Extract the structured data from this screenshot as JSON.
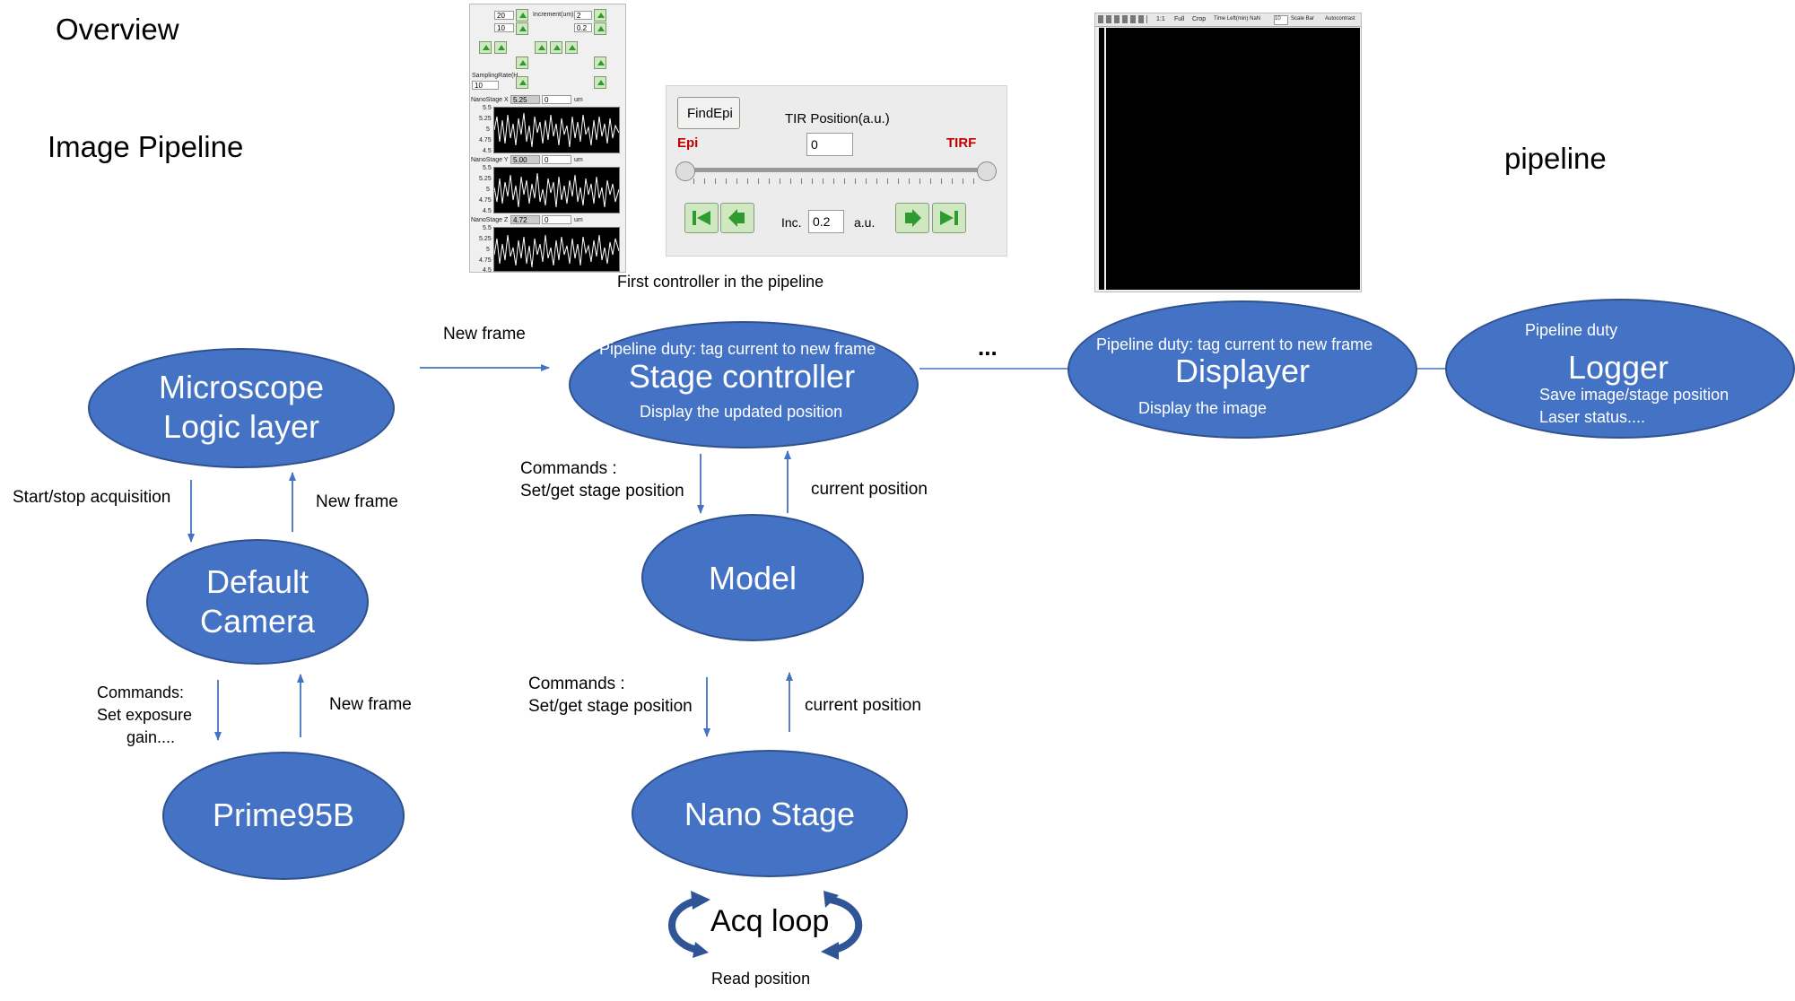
{
  "headings": {
    "overview": "Overview",
    "image_pipeline": "Image Pipeline",
    "pipeline": "pipeline"
  },
  "captions": {
    "first_controller": "First controller in the pipeline"
  },
  "nodes": {
    "microscope": {
      "line1": "Microscope",
      "line2": "Logic layer"
    },
    "camera": {
      "line1": "Default",
      "line2": "Camera"
    },
    "prime": {
      "title": "Prime95B"
    },
    "stage_controller": {
      "duty": "Pipeline duty: tag current to new frame",
      "title": "Stage controller",
      "sub": "Display the updated position"
    },
    "displayer": {
      "duty": "Pipeline duty: tag current to new frame",
      "title": "Displayer",
      "sub": "Display the image"
    },
    "logger": {
      "duty": "Pipeline duty",
      "title": "Logger",
      "sub1": "Save image/stage position",
      "sub2": "Laser status...."
    },
    "model": {
      "title": "Model"
    },
    "nano_stage": {
      "title": "Nano Stage"
    }
  },
  "edge_labels": {
    "new_frame_top": "New frame",
    "ellipsis": "...",
    "start_stop": "Start/stop acquisition",
    "new_frame_mid": "New frame",
    "commands_cam_1": "Commands:",
    "commands_cam_2": "Set exposure",
    "commands_cam_3": "gain....",
    "new_frame_bottom": "New frame",
    "commands_model_1": "Commands :",
    "commands_model_2": "Set/get stage position",
    "current_position_1": "current position",
    "commands_stage_1": "Commands :",
    "commands_stage_2": "Set/get stage position",
    "current_position_2": "current position",
    "acq_loop": "Acq loop",
    "read_position": "Read position"
  },
  "tir_panel": {
    "find_epi": "FindEpi",
    "tir_position_label": "TIR Position(a.u.)",
    "tir_value": "0",
    "epi": "Epi",
    "tirf": "TIRF",
    "inc_label": "Inc.",
    "inc_value": "0.2",
    "inc_unit": "a.u."
  },
  "nano_panel": {
    "increment_label": "Increment(um)",
    "val_20": "20",
    "val_10": "10",
    "val_2": "2",
    "val_02": "0.2",
    "sampling_label": "SamplingRate(H",
    "sampling_value": "10",
    "stage_x_label": "NanoStage X",
    "stage_x_value": "5.25",
    "stage_y_label": "NanoStage Y",
    "stage_y_value": "5.00",
    "stage_z_label": "NanoStage Z",
    "stage_z_value": "4.72",
    "field_zero": "0",
    "unit": "um",
    "tick_55": "5.5",
    "tick_525": "5.25",
    "tick_5": "5",
    "tick_475": "4.75",
    "tick_45": "4.5"
  },
  "viewer_panel": {
    "toolbar_1to1": "1:1",
    "toolbar_full": "Full",
    "toolbar_crop": "Crop",
    "toolbar_time": "Time Left(min) NaN",
    "toolbar_num": "10",
    "toolbar_scale": "Scale Bar",
    "toolbar_auto": "Autocontrast"
  },
  "colors": {
    "node_fill": "#4472C4",
    "node_border": "#2F528F",
    "arrow": "#4472C4",
    "epi_tirf": "#C00000"
  }
}
